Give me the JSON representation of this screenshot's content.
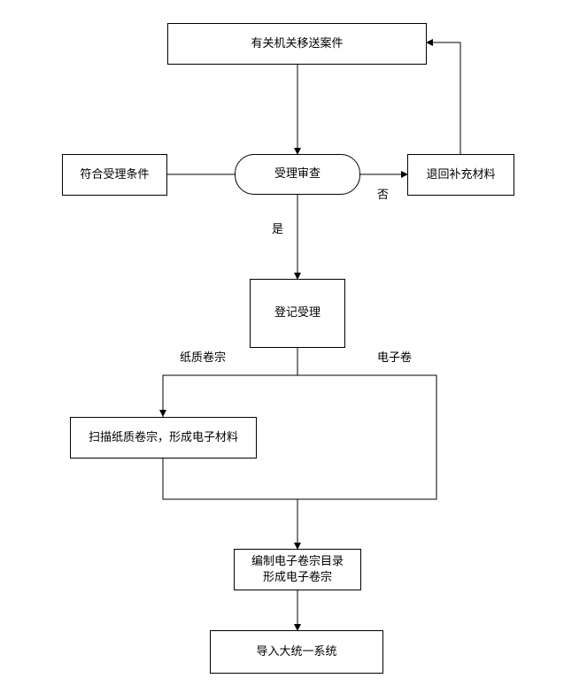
{
  "nodes": {
    "transfer_case": "有关机关移送案件",
    "meets_conditions": "符合受理条件",
    "review": "受理审查",
    "return_supplement": "退回补充材料",
    "register": "登记受理",
    "scan": "扫描纸质卷宗，形成电子材料",
    "compile_line1": "编制电子卷宗目录",
    "compile_line2": "形成电子卷宗",
    "import": "导入大统一系统"
  },
  "labels": {
    "no": "否",
    "yes": "是",
    "paper": "纸质卷宗",
    "electronic": "电子卷"
  }
}
